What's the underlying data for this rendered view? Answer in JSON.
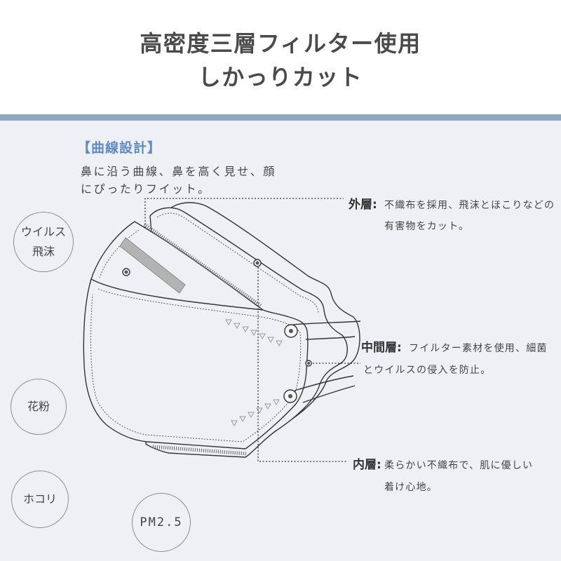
{
  "colors": {
    "background": "#eef0f5",
    "header_background": "#ffffff",
    "stripe": "#8fa6c4",
    "accent": "#5f8ac3",
    "title": "#4a4a4a",
    "text": "#444444",
    "line": "#333333"
  },
  "header": {
    "title_line1": "高密度三層フィルター使用",
    "title_line2": "しかっりカット"
  },
  "curve_design": {
    "heading": "【曲線設計】",
    "line1": "鼻に沿う曲線、鼻を高く見せ、顔",
    "line2": "にぴったりフイット。"
  },
  "badges": [
    {
      "lines": [
        "ウイルス",
        "飛沫"
      ]
    },
    {
      "lines": [
        "花粉"
      ]
    },
    {
      "lines": [
        "ホコリ"
      ]
    },
    {
      "lines": [
        "PM2.5"
      ]
    }
  ],
  "layers": {
    "outer": {
      "label": "外層",
      "sep": ":",
      "line1": "不織布を採用、飛沫とほこりなどの",
      "line2": "有害物をカット。"
    },
    "middle": {
      "label": "中間層",
      "sep": ":",
      "line1": "フイルター素材を使用、細菌",
      "line2": "とウイルスの侵入を防止。"
    },
    "inner": {
      "label": "内層",
      "sep": ":",
      "line1": "柔らかい不織布で、肌に優しい",
      "line2": "着け心地。"
    }
  },
  "illustration": {
    "subject": "mask-3-layer-line-drawing"
  }
}
